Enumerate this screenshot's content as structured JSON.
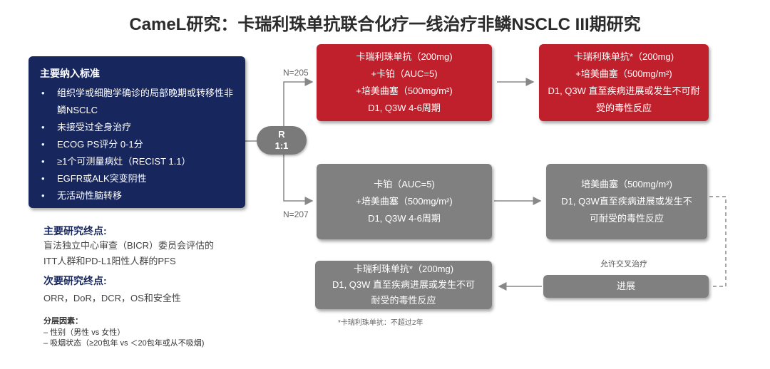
{
  "title": "CameL研究：卡瑞利珠单抗联合化疗一线治疗非鳞NSCLC III期研究",
  "inclusion": {
    "heading": "主要纳入标准",
    "items": [
      "组织学或细胞学确诊的局部晚期或转移性非鳞NSCLC",
      "未接受过全身治疗",
      "ECOG PS评分 0-1分",
      "≥1个可测量病灶（RECIST 1.1）",
      "EGFR或ALK突变阴性",
      "无活动性脑转移"
    ]
  },
  "randomization": {
    "line1": "R",
    "line2": "1:1"
  },
  "arms": {
    "n_top": "N=205",
    "n_bottom": "N=207",
    "red_induction": [
      "卡瑞利珠单抗（200mg)",
      "+卡铂（AUC=5)",
      "+培美曲塞（500mg/m²)",
      "D1, Q3W 4-6周期"
    ],
    "red_maintenance": [
      "卡瑞利珠单抗*（200mg)",
      "+培美曲塞（500mg/m²)",
      "D1, Q3W 直至疾病进展或发生不可耐",
      "受的毒性反应"
    ],
    "gray_induction": [
      "卡铂（AUC=5)",
      "+培美曲塞（500mg/m²)",
      "D1, Q3W 4-6周期"
    ],
    "gray_maintenance": [
      "培美曲塞（500mg/m²)",
      "D1, Q3W直至疾病进展或发生不",
      "可耐受的毒性反应"
    ],
    "crossover_box": [
      "卡瑞利珠单抗*（200mg)",
      "D1, Q3W 直至疾病进展或发生不可",
      "耐受的毒性反应"
    ],
    "progression": "进展",
    "crossover_label": "允许交叉治疗",
    "footnote": "*卡瑞利珠单抗：不超过2年"
  },
  "endpoints": {
    "primary_heading": "主要研究终点:",
    "primary_lines": [
      "盲法独立中心审查（BICR）委员会评估的",
      "ITT人群和PD-L1阳性人群的PFS"
    ],
    "secondary_heading": "次要研究终点:",
    "secondary_text": "ORR，DoR，DCR，OS和安全性",
    "strat_heading": "分层因素：",
    "strat_items": [
      "–   性别（男性 vs 女性）",
      "–   吸烟状态（≥20包年 vs ＜20包年或从不吸烟)"
    ]
  }
}
